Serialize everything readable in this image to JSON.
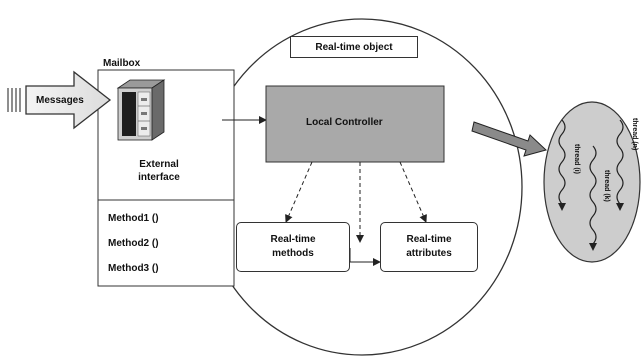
{
  "mailbox": {
    "title": "Mailbox",
    "messages_label": "Messages",
    "external_interface_label": "External interface",
    "methods": [
      "Method1 ()",
      "Method2 ()",
      "Method3 ()"
    ]
  },
  "object": {
    "title": "Real-time object",
    "controller_label": "Local Controller",
    "methods_box_label": "Real-time methods",
    "attributes_box_label": "Real-time attributes"
  },
  "threads": {
    "labels": [
      "thread (i)",
      "thread (k)",
      "thread (n)"
    ]
  },
  "colors": {
    "controller_fill": "#a9a9a9",
    "thread_pool_fill": "#cdcdcd",
    "line": "#222222"
  }
}
